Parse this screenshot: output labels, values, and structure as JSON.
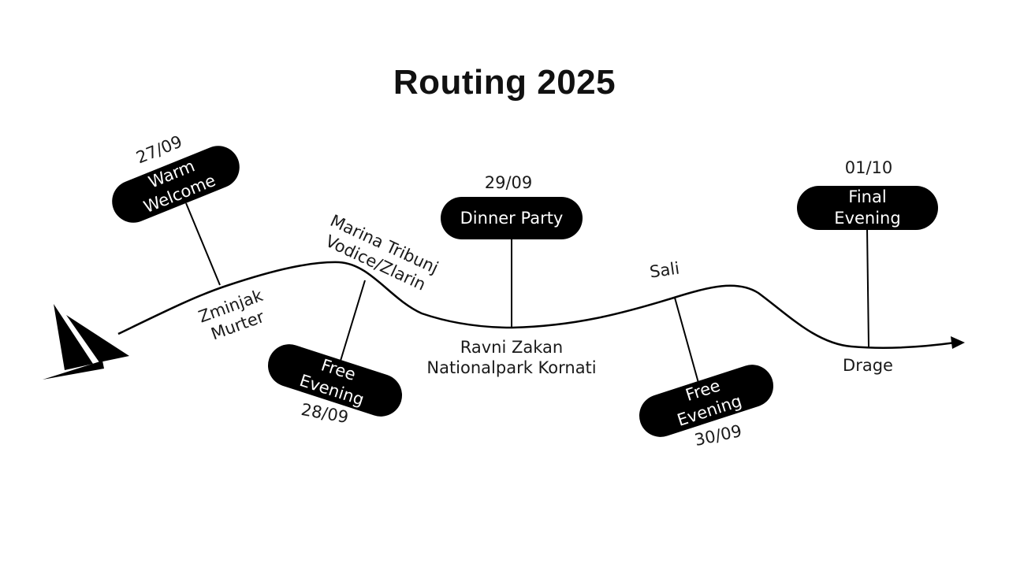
{
  "title": "Routing 2025",
  "stops": {
    "zminjak": {
      "line1": "Zminjak",
      "line2": "Murter"
    },
    "marina": {
      "line1": "Marina Tribunj",
      "line2": "Vodice/Zlarin"
    },
    "ravni": {
      "line1": "Ravni Zakan",
      "line2": "Nationalpark Kornati"
    },
    "sali": {
      "name": "Sali"
    },
    "drage": {
      "name": "Drage"
    }
  },
  "events": {
    "warm_welcome": {
      "date": "27/09",
      "label": "Warm\nWelcome"
    },
    "free_evening_1": {
      "date": "28/09",
      "label": "Free\nEvening"
    },
    "dinner_party": {
      "date": "29/09",
      "label": "Dinner Party"
    },
    "free_evening_2": {
      "date": "30/09",
      "label": "Free\nEvening"
    },
    "final_evening": {
      "date": "01/10",
      "label": "Final\nEvening"
    }
  },
  "icons": {
    "boat": "sailboat-icon",
    "route_end": "arrowhead-icon"
  },
  "colors": {
    "ink": "#000000",
    "pill_text": "#ffffff",
    "background": "#ffffff"
  }
}
